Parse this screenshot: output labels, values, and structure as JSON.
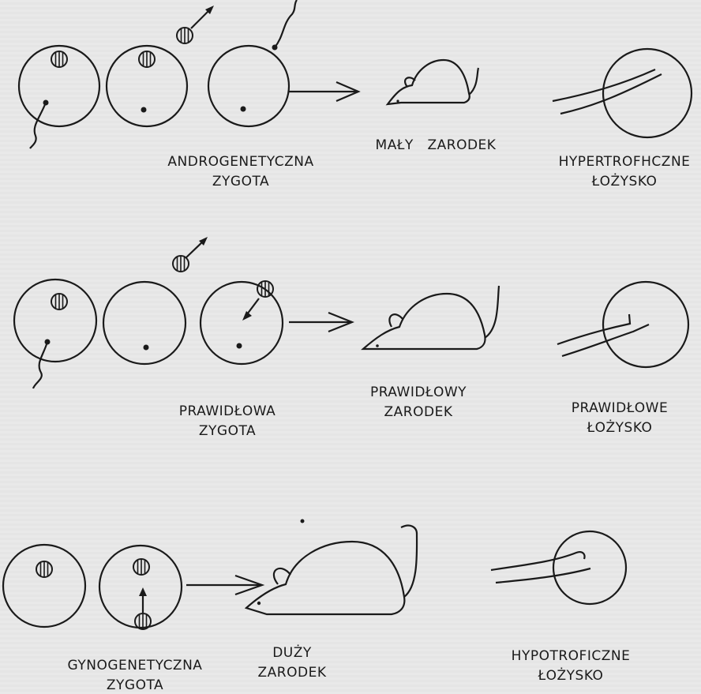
{
  "rows": [
    {
      "zygote_label": [
        "ANDROGENETYCZNA",
        "ZYGOTA"
      ],
      "embryo_label": [
        "MAŁY",
        "ZARODEK"
      ],
      "placenta_label": [
        "HYPERTROFHCZNE",
        "ŁOŻYSKO"
      ]
    },
    {
      "zygote_label": [
        "PRAWIDŁOWA",
        "ZYGOTA"
      ],
      "embryo_label": [
        "PRAWIDŁOWY",
        "ZARODEK"
      ],
      "placenta_label": [
        "PRAWIDŁOWE",
        "ŁOŻYSKO"
      ]
    },
    {
      "zygote_label": [
        "GYNOGENETYCZNA",
        "ZYGOTA"
      ],
      "embryo_label": [
        "DUŻY",
        "ZARODEK"
      ],
      "placenta_label": [
        "HYPOTROFICZNE",
        "ŁOŻYSKO"
      ]
    }
  ],
  "colors": {
    "ink": "#1a1a1a",
    "paper": "#e9e9e9"
  }
}
